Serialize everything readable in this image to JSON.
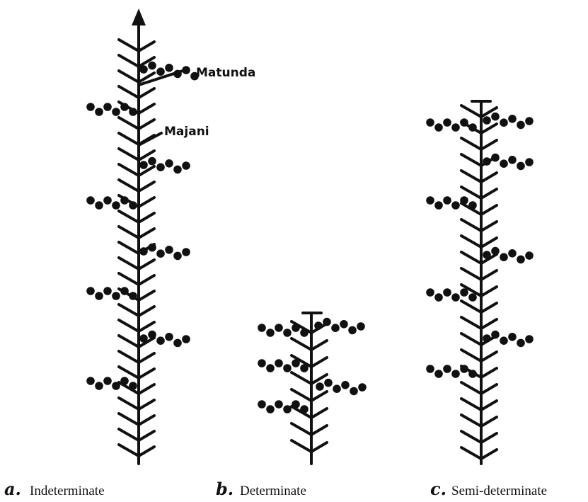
{
  "annotations": {
    "fruit": "Matunda",
    "leaves": "Majani"
  },
  "panels": [
    {
      "letter": "a.",
      "label": "Indeterminate"
    },
    {
      "letter": "b.",
      "label": "Determinate"
    },
    {
      "letter": "c.",
      "label": "Semi-determinate"
    }
  ],
  "colors": {
    "ink": "#111111",
    "background": "#ffffff"
  }
}
